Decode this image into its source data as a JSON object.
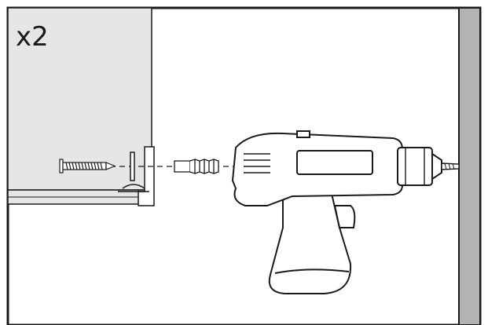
{
  "instruction": {
    "quantity_label": "x2"
  },
  "colors": {
    "outline": "#1a1a1a",
    "cabinet_fill": "#e6e6e6",
    "wall_fill": "#b3b3b3",
    "background": "#ffffff"
  },
  "icons": {
    "tool": "power-drill",
    "fasteners": [
      "screw",
      "wall-plug",
      "washer"
    ],
    "guide": "dashed-alignment-line"
  }
}
